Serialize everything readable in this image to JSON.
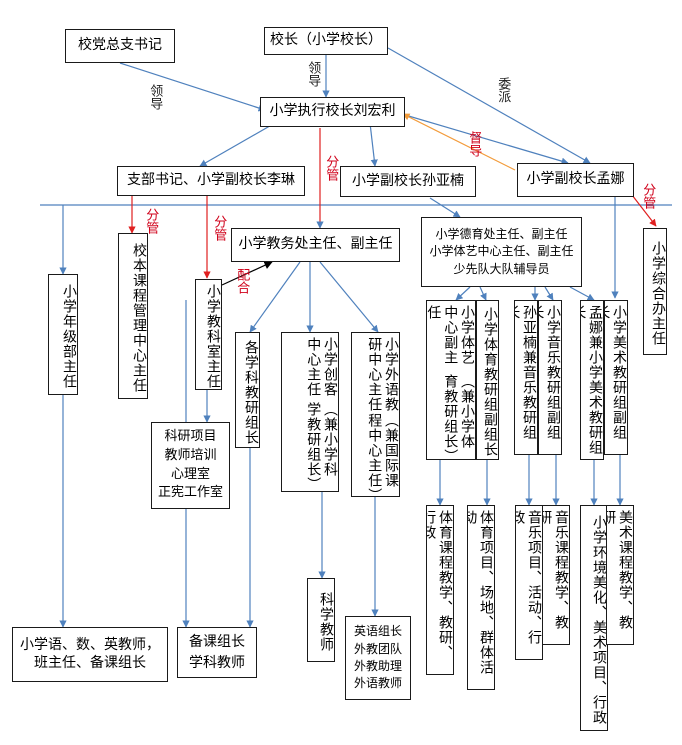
{
  "nodes": {
    "party_secretary": "校党总支书记",
    "principal": "校长（小学校长）",
    "exec_principal": "小学执行校长刘宏利",
    "branch_secretary": "支部书记、小学副校长李琳",
    "vice_sun": "小学副校长孙亚楠",
    "vice_meng": "小学副校长孟娜",
    "grade_dept": "小学年级部主任",
    "curriculum_center": "校本课程管理中心主任",
    "research_office": "小学教科室主任",
    "academic_affairs": "小学教务处主任、副主任",
    "moral_line1": "小学德育处主任、副主任",
    "moral_line2": "小学体艺中心主任、副主任",
    "moral_line3": "少先队大队辅导员",
    "general_office": "小学综合办主任",
    "research_tasks": [
      "科研项目",
      "教师培训",
      "心理室",
      "正宪工作室"
    ],
    "subject_leaders": "各学科教研组长",
    "maker_center": {
      "main": "小学创客中心主任",
      "sub": "（兼小学科学教研组长）"
    },
    "foreign_lang": {
      "main": "小学外语教研中心主任",
      "sub": "（兼国际课程中心主任）"
    },
    "pe_center_deputy": {
      "main": "小学体艺中心副主任",
      "sub": "（兼小学体育教研组长）"
    },
    "pe_deputy_leader": "小学体育教研组副组长",
    "music_concurrent": "孙亚楠兼音乐教研组长",
    "music_deputy": "小学音乐教研组副组长",
    "art_concurrent": "孟娜兼小学美术教研组长",
    "art_deputy": "小学美术教研组副组长",
    "pe_tasks_1": "体育课程教学、教研、行政",
    "pe_tasks_2": "体育项目、场地、群体活动",
    "music_tasks_1": "音乐项目、活动、行政",
    "music_tasks_2": "音乐课程教学、教研",
    "art_tasks_1": "小学环境美化、美术项目、行政",
    "art_tasks_2": "美术课程教学、教研",
    "teachers_general": "小学语、数、英教师，班主任、备课组长",
    "prep_group": [
      "备课组长",
      "学科教师"
    ],
    "science_teachers": "科学教师",
    "english_group": [
      "英语组长",
      "外教团队",
      "外教助理",
      "外语教师"
    ]
  },
  "labels": {
    "lead": "领导",
    "delegate": "委派",
    "supervise": "督导",
    "divide1": "分管",
    "divide2": "分管",
    "divide3": "分管",
    "divide4": "分管",
    "assist": "配合"
  },
  "colors": {
    "line_blue": "#4f81bd",
    "line_red": "#e02020",
    "line_orange": "#f29b3a",
    "line_black": "#000000",
    "label_red": "#d0021b"
  }
}
